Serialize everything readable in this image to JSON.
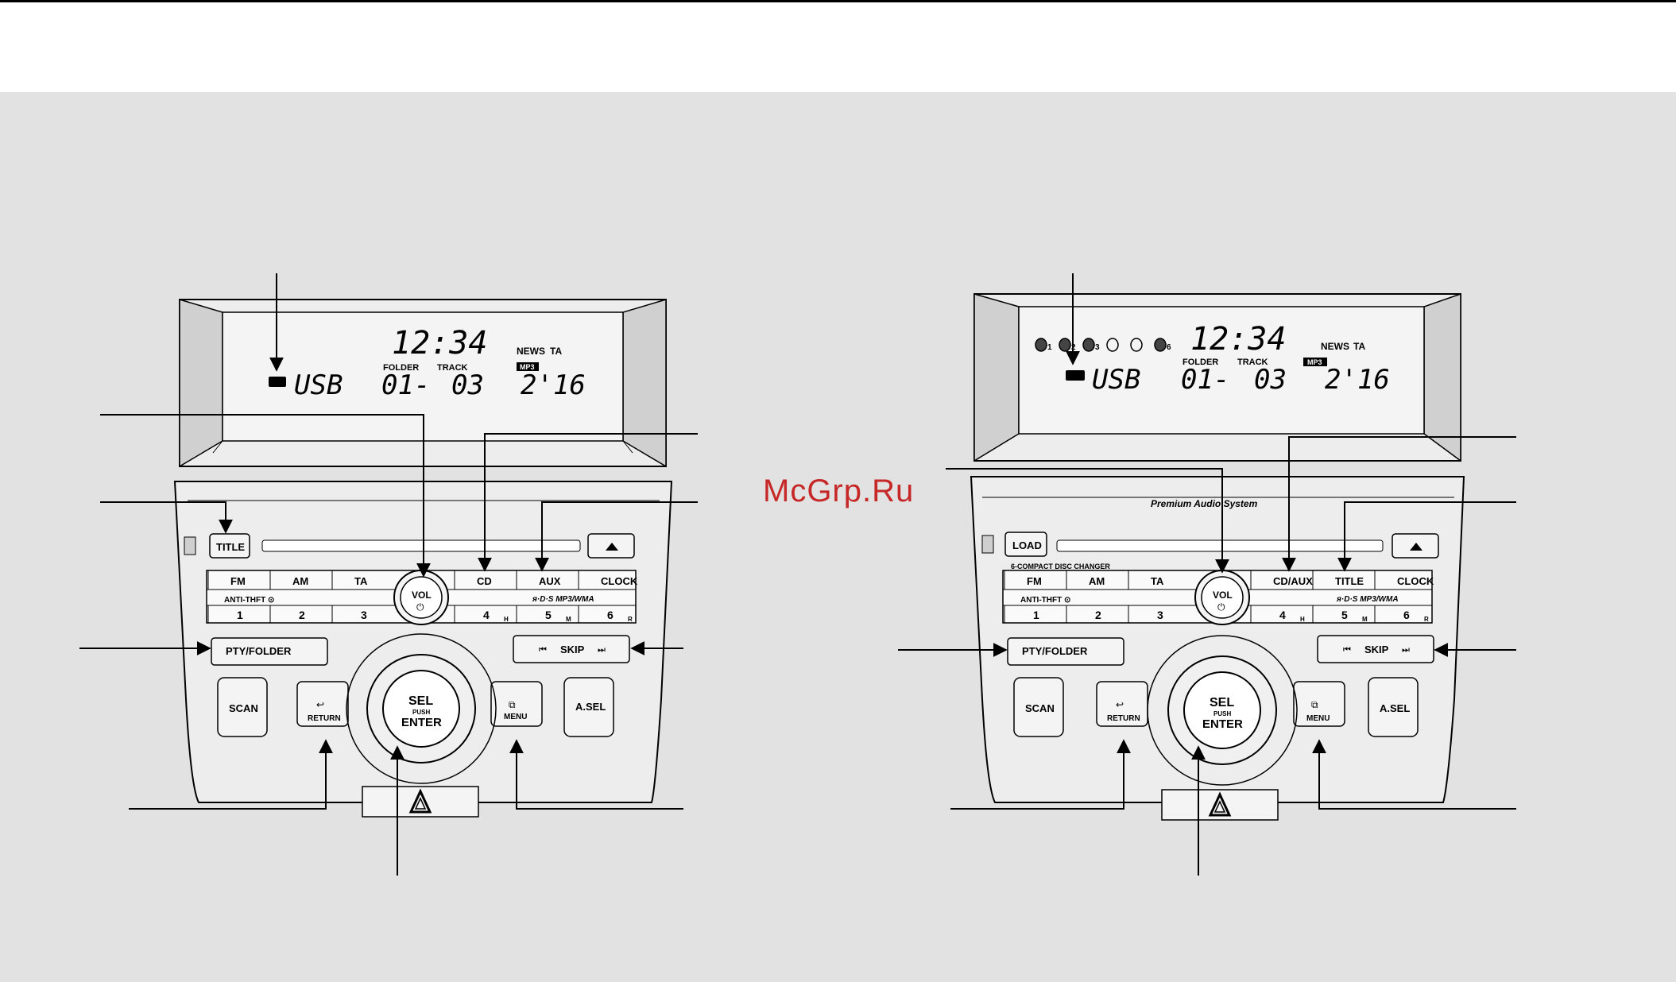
{
  "watermark": "McGrp.Ru",
  "units": [
    {
      "id": "left",
      "display": {
        "clock": "12:34",
        "news": "NEWS",
        "ta": "TA",
        "folder": "FOLDER",
        "track": "TRACK",
        "mp3": "MP3",
        "source": "USB",
        "folder_val": "01-",
        "track_val": "03",
        "time_val": "2'16",
        "disc_indicators": []
      },
      "top_button": "TITLE",
      "top_row_buttons": [
        "FM",
        "AM",
        "TA",
        "CD",
        "AUX",
        "CLOCK"
      ],
      "preset_buttons": [
        "1",
        "2",
        "3",
        "4",
        "5",
        "6"
      ],
      "preset_subs": [
        "",
        "",
        "",
        "H",
        "M",
        "R"
      ],
      "anti_theft": "ANTI-THFT ⊙",
      "logo_text": "ᴙ·D·S MP3/WMA",
      "vol": "VOL",
      "pty": "PTY/FOLDER",
      "skip": "SKIP",
      "scan": "SCAN",
      "return": "RETURN",
      "menu": "MENU",
      "asel": "A.SEL",
      "sel": "SEL",
      "push": "PUSH",
      "enter": "ENTER",
      "changer_label": "",
      "brand": ""
    },
    {
      "id": "right",
      "display": {
        "clock": "12:34",
        "news": "NEWS",
        "ta": "TA",
        "folder": "FOLDER",
        "track": "TRACK",
        "mp3": "MP3",
        "source": "USB",
        "folder_val": "01-",
        "track_val": "03",
        "time_val": "2'16",
        "disc_indicators": [
          "1",
          "2",
          "3",
          "",
          "",
          "6"
        ]
      },
      "top_button": "LOAD",
      "top_row_buttons": [
        "FM",
        "AM",
        "TA",
        "CD/AUX",
        "TITLE",
        "CLOCK"
      ],
      "preset_buttons": [
        "1",
        "2",
        "3",
        "4",
        "5",
        "6"
      ],
      "preset_subs": [
        "",
        "",
        "",
        "H",
        "M",
        "R"
      ],
      "anti_theft": "ANTI-THFT ⊙",
      "logo_text": "ᴙ·D·S MP3/WMA",
      "vol": "VOL",
      "pty": "PTY/FOLDER",
      "skip": "SKIP",
      "scan": "SCAN",
      "return": "RETURN",
      "menu": "MENU",
      "asel": "A.SEL",
      "sel": "SEL",
      "push": "PUSH",
      "enter": "ENTER",
      "changer_label": "6-COMPACT DISC CHANGER",
      "brand": "Premium Audio System"
    }
  ]
}
